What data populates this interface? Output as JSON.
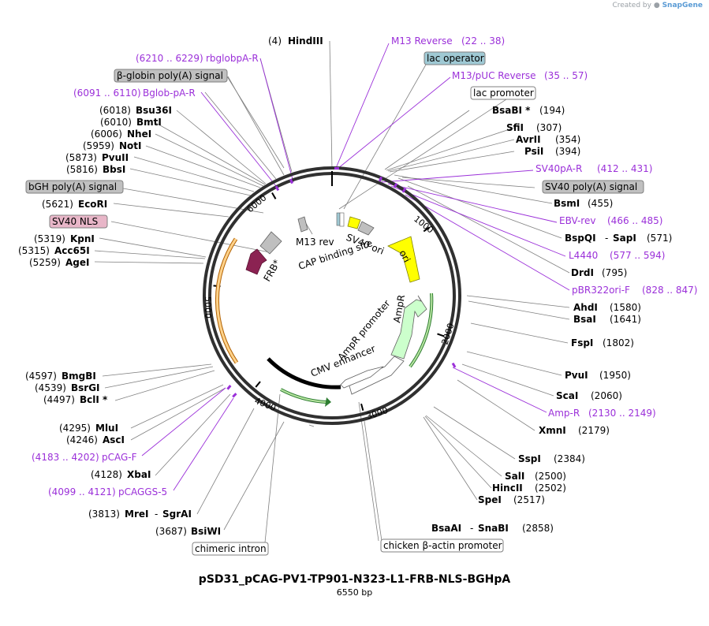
{
  "header": {
    "created_prefix": "Created by",
    "brand": "SnapGene"
  },
  "plasmid": {
    "name": "pSD31_pCAG-PV1-TP901-N323-L1-FRB-NLS-BGHpA",
    "size_label": "6550 bp",
    "length": 6550
  },
  "ring_ticks": [
    "1000",
    "2000",
    "3000",
    "4000",
    "5000",
    "6000"
  ],
  "colors": {
    "primer": "#9b30d9",
    "site": "#000000",
    "feature_box": "#c0c0c0",
    "lac_operator": "#9fc9d4",
    "nls": "#e8b6c8"
  },
  "enzyme_labels": [
    {
      "pos": "(4)",
      "name": "HindIII"
    },
    {
      "name": "BsaBI *",
      "pos": "(194)"
    },
    {
      "name": "SfiI",
      "pos": "(307)"
    },
    {
      "name": "AvrII",
      "pos": "(354)"
    },
    {
      "name": "PsiI",
      "pos": "(394)"
    },
    {
      "name": "BsmI",
      "pos": "(455)"
    },
    {
      "name": "BspQI",
      "name2": "SapI",
      "pos": "(571)"
    },
    {
      "name": "DrdI",
      "pos": "(795)"
    },
    {
      "name": "AhdI",
      "pos": "(1580)"
    },
    {
      "name": "BsaI",
      "pos": "(1641)"
    },
    {
      "name": "FspI",
      "pos": "(1802)"
    },
    {
      "name": "PvuI",
      "pos": "(1950)"
    },
    {
      "name": "ScaI",
      "pos": "(2060)"
    },
    {
      "name": "XmnI",
      "pos": "(2179)"
    },
    {
      "name": "SspI",
      "pos": "(2384)"
    },
    {
      "name": "SalI",
      "pos": "(2500)"
    },
    {
      "name": "HincII",
      "pos": "(2502)"
    },
    {
      "name": "SpeI",
      "pos": "(2517)"
    },
    {
      "name": "BsaAI",
      "name2": "SnaBI",
      "pos": "(2858)"
    },
    {
      "pos": "(3687)",
      "name": "BsiWI"
    },
    {
      "pos": "(3813)",
      "name": "MreI",
      "name2": "SgrAI"
    },
    {
      "pos": "(4128)",
      "name": "XbaI"
    },
    {
      "pos": "(4246)",
      "name": "AscI"
    },
    {
      "pos": "(4295)",
      "name": "MluI"
    },
    {
      "pos": "(4497)",
      "name": "BclI *"
    },
    {
      "pos": "(4539)",
      "name": "BsrGI"
    },
    {
      "pos": "(4597)",
      "name": "BmgBI"
    },
    {
      "pos": "(5259)",
      "name": "AgeI"
    },
    {
      "pos": "(5315)",
      "name": "Acc65I"
    },
    {
      "pos": "(5319)",
      "name": "KpnI"
    },
    {
      "pos": "(5621)",
      "name": "EcoRI"
    },
    {
      "pos": "(5816)",
      "name": "BbsI"
    },
    {
      "pos": "(5873)",
      "name": "PvuII"
    },
    {
      "pos": "(5959)",
      "name": "NotI"
    },
    {
      "pos": "(6006)",
      "name": "NheI"
    },
    {
      "pos": "(6010)",
      "name": "BmtI"
    },
    {
      "pos": "(6018)",
      "name": "Bsu36I"
    }
  ],
  "primer_labels": [
    {
      "name": "M13 Reverse",
      "range": "(22 .. 38)"
    },
    {
      "name": "M13/pUC Reverse",
      "range": "(35 .. 57)"
    },
    {
      "name": "SV40pA-R",
      "range": "(412 .. 431)"
    },
    {
      "name": "EBV-rev",
      "range": "(466 .. 485)"
    },
    {
      "name": "L4440",
      "range": "(577 .. 594)"
    },
    {
      "name": "pBR322ori-F",
      "range": "(828 .. 847)"
    },
    {
      "name": "Amp-R",
      "range": "(2130 .. 2149)"
    },
    {
      "range": "(6210 .. 6229)",
      "name": "rbglobpA-R"
    },
    {
      "range": "(6091 .. 6110)",
      "name": "Bglob-pA-R"
    },
    {
      "range": "(4183 .. 4202)",
      "name": "pCAG-F"
    },
    {
      "range": "(4099 .. 4121)",
      "name": "pCAGGS-5"
    }
  ],
  "feature_boxes": [
    {
      "label": "lac operator"
    },
    {
      "label": "lac promoter"
    },
    {
      "label": "SV40 poly(A) signal"
    },
    {
      "label": "β-globin poly(A) signal"
    },
    {
      "label": "bGH poly(A) signal"
    },
    {
      "label": "SV40 NLS"
    },
    {
      "label": "chimeric intron"
    },
    {
      "label": "chicken β-actin promoter"
    }
  ],
  "inner_labels": {
    "m13rev": "M13 rev",
    "sv40ori": "SV40 ori",
    "cap": "CAP binding site",
    "ori": "ori",
    "ampr": "AmpR",
    "ampr_promoter": "AmpR promoter",
    "cmv": "CMV enhancer",
    "frb": "FRB*"
  }
}
